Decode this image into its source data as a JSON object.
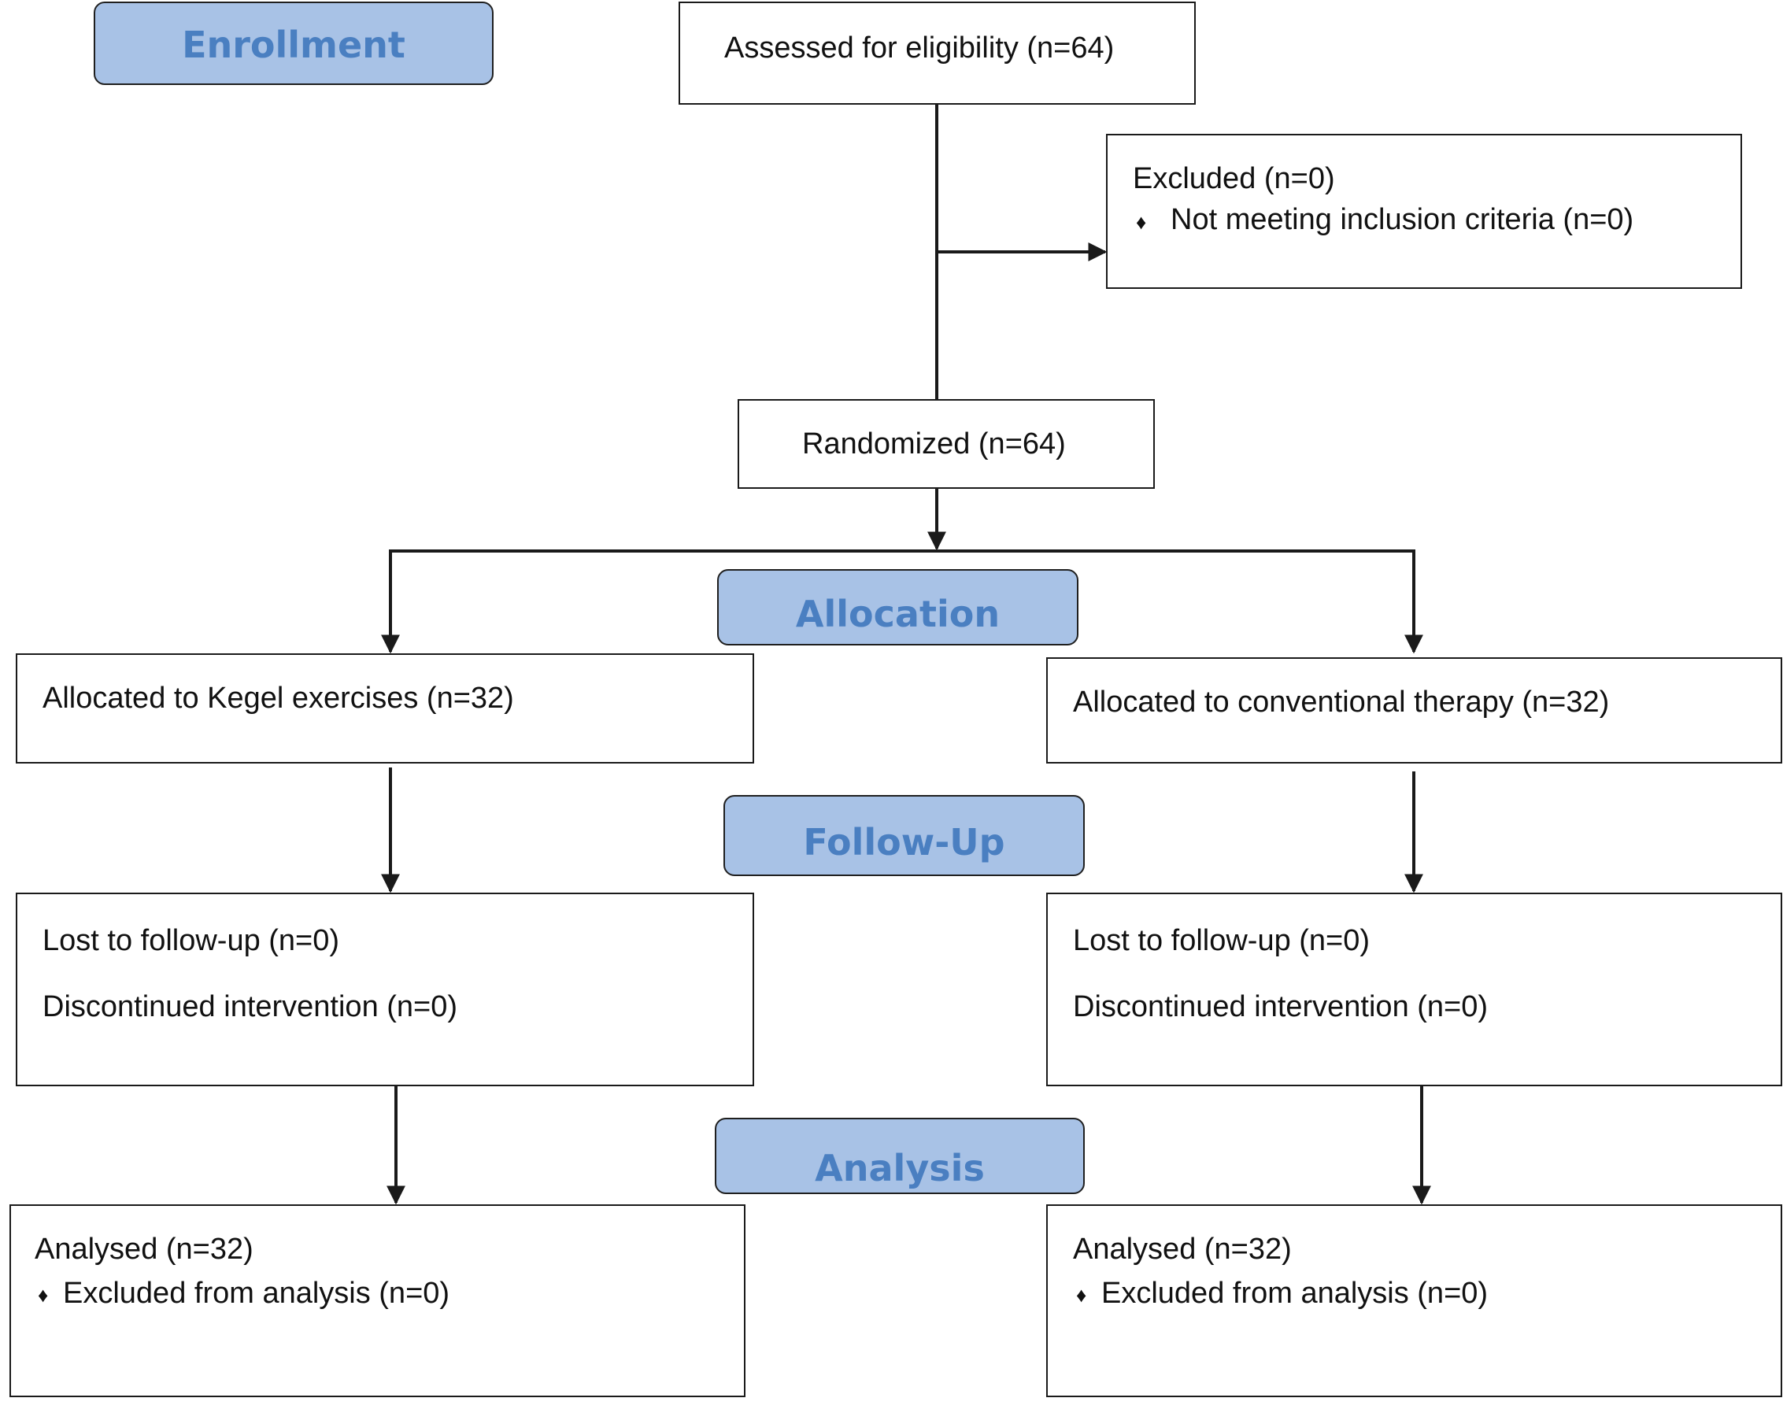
{
  "stages": {
    "enrollment": "Enrollment",
    "allocation": "Allocation",
    "follow_up": "Follow-Up",
    "analysis": "Analysis"
  },
  "enrollment": {
    "assessed": "Assessed for eligibility (n=64)",
    "excluded": {
      "title": "Excluded (n=0)",
      "reason": "Not meeting inclusion criteria (n=0)"
    },
    "randomized": "Randomized (n=64)"
  },
  "arms": {
    "left": {
      "allocated": "Allocated to Kegel exercises (n=32)",
      "lost": "Lost to follow-up (n=0)",
      "discontinued": "Discontinued intervention (n=0)",
      "analysed": "Analysed (n=32)",
      "excluded_analysis": "Excluded from analysis (n=0)"
    },
    "right": {
      "allocated": "Allocated to conventional therapy (n=32)",
      "lost": "Lost to follow-up (n=0)",
      "discontinued": "Discontinued intervention (n=0)",
      "analysed": "Analysed (n=32)",
      "excluded_analysis": "Excluded from analysis (n=0)"
    }
  },
  "bullet_glyph": "♦",
  "colors": {
    "stage_fill": "#a8c2e6",
    "stage_text": "#4a7fc1",
    "line": "#1a1a1a"
  }
}
